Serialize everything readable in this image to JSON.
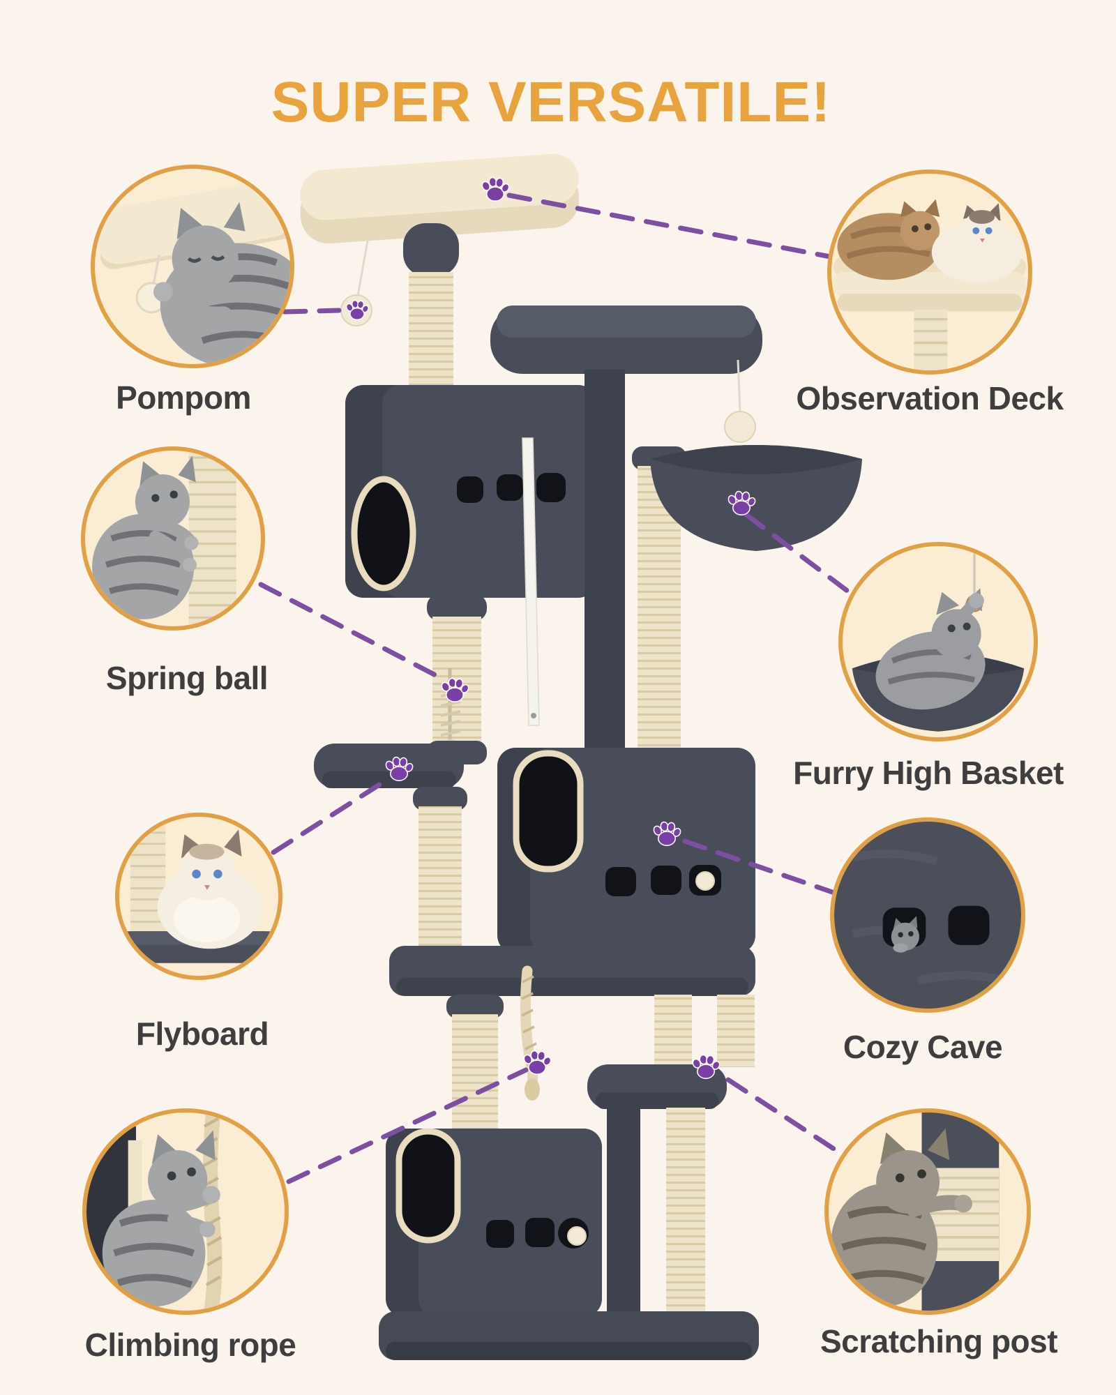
{
  "title": {
    "text": "SUPER VERSATILE!"
  },
  "colors": {
    "background": "#FAF4EC",
    "accent_orange": "#E8A33C",
    "circle_border": "#E2A044",
    "circle_fill": "#FBEDD3",
    "line_purple": "#7C4FA3",
    "paw_purple": "#7A3FA5",
    "label_text": "#3E3E3E",
    "tree_dark": "#484D59",
    "tree_shadow": "#3D424D",
    "cream": "#F3E8D0",
    "sisal": "#EDE3C9"
  },
  "callouts": [
    {
      "id": "pompom",
      "label": "Pompom"
    },
    {
      "id": "spring-ball",
      "label": "Spring ball"
    },
    {
      "id": "flyboard",
      "label": "Flyboard"
    },
    {
      "id": "climbing-rope",
      "label": "Climbing rope"
    },
    {
      "id": "observation-deck",
      "label": "Observation Deck"
    },
    {
      "id": "furry-high-basket",
      "label": "Furry High Basket"
    },
    {
      "id": "cozy-cave",
      "label": "Cozy Cave"
    },
    {
      "id": "scratching-post",
      "label": "Scratching post"
    }
  ]
}
